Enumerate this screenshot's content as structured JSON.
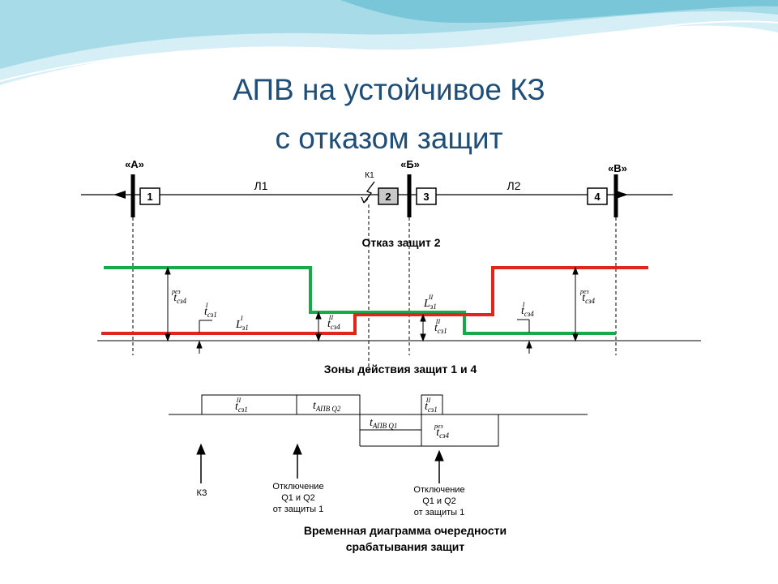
{
  "title": {
    "line1": "АПВ на устойчивое КЗ",
    "line2": "с отказом защит"
  },
  "substations": {
    "a": "«А»",
    "b": "«Б»",
    "v": "«В»"
  },
  "lines": {
    "l1": "Л1",
    "l2": "Л2"
  },
  "fault_label": "К1",
  "breakers": [
    "1",
    "2",
    "3",
    "4"
  ],
  "section_titles": {
    "failure": "Отказ защит 2",
    "zones": "Зоны действия защит 1 и 4",
    "timing": "Временная диаграмма очередности",
    "timing2": "срабатывания защит"
  },
  "zone_labels": {
    "t_rez_left": {
      "base": "t",
      "sub": "сз4",
      "sup": "рез"
    },
    "t_I_left": {
      "base": "t",
      "sub": "сз1",
      "sup": "I"
    },
    "L_I": {
      "base": "L",
      "sub": "з1",
      "sup": "I"
    },
    "t_II_4": {
      "base": "t",
      "sub": "сз4",
      "sup": "II"
    },
    "L_II": {
      "base": "L",
      "sub": "з1",
      "sup": "II"
    },
    "t_II_1": {
      "base": "t",
      "sub": "сз1",
      "sup": "II"
    },
    "t_I_right": {
      "base": "t",
      "sub": "сз4",
      "sup": "I"
    },
    "t_rez_right": {
      "base": "t",
      "sub": "сз4",
      "sup": "рез"
    }
  },
  "timing_labels": {
    "t_II_1a": {
      "base": "t",
      "sub": "сз1",
      "sup": "II"
    },
    "t_apv_q2": {
      "base": "t",
      "sub": "АПВ Q2",
      "sup": ""
    },
    "t_II_1b": {
      "base": "t",
      "sub": "сз1",
      "sup": "II"
    },
    "t_apv_q1": {
      "base": "t",
      "sub": "АПВ Q1",
      "sup": ""
    },
    "t_rez": {
      "base": "t",
      "sub": "сз4",
      "sup": "рез"
    }
  },
  "events": {
    "kz": "КЗ",
    "off1": [
      "Отключение",
      "Q1 и Q2",
      "от защиты 1"
    ],
    "off2": [
      "Отключение",
      "Q1 и Q2",
      "от защиты 1"
    ]
  },
  "colors": {
    "title": "#1f4e79",
    "green": "#19a84c",
    "red": "#e0261c",
    "wave_light": "#a8dbe8",
    "wave_mid": "#5ab8cf",
    "breaker2_fill": "#c8c8c8"
  }
}
